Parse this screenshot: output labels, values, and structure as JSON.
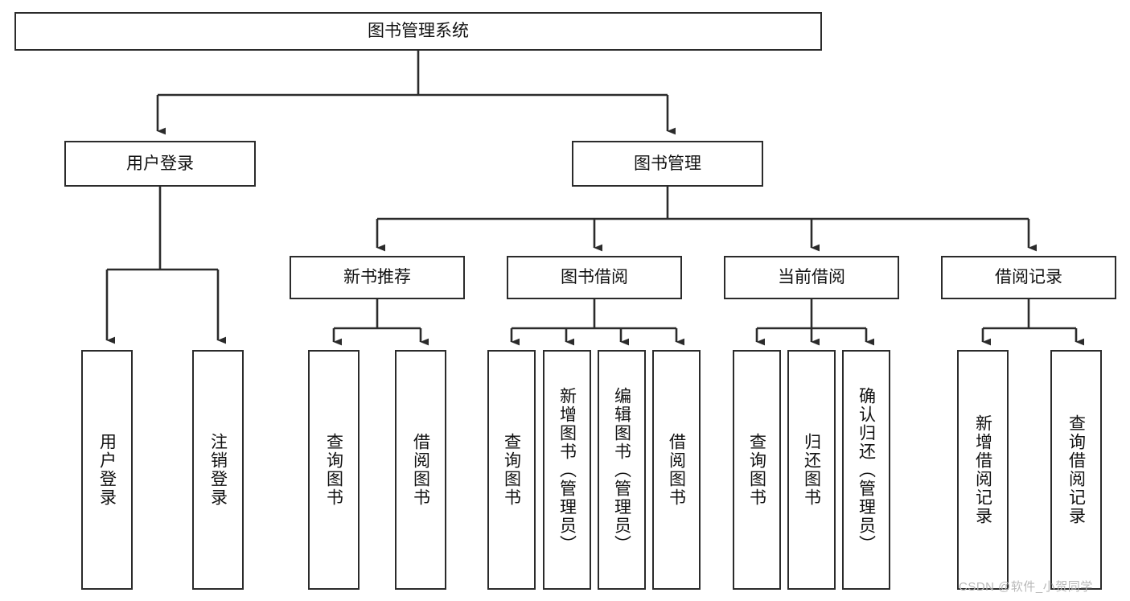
{
  "diagram": {
    "title": "图书管理系统",
    "type": "tree",
    "orientation": "top-down",
    "colors": {
      "box_border": "#2b2b2b",
      "box_fill": "#ffffff",
      "edge": "#2b2b2b",
      "text": "#111111",
      "watermark": "#b9b9b9",
      "background": "#ffffff"
    },
    "nodes": {
      "root": {
        "label": "图书管理系统"
      },
      "level2": [
        {
          "id": "user-login",
          "label": "用户登录"
        },
        {
          "id": "book-manage",
          "label": "图书管理"
        }
      ],
      "level3": [
        {
          "id": "new-book-recommend",
          "label": "新书推荐"
        },
        {
          "id": "book-borrow",
          "label": "图书借阅"
        },
        {
          "id": "current-borrow",
          "label": "当前借阅"
        },
        {
          "id": "borrow-record",
          "label": "借阅记录"
        }
      ],
      "leaves": {
        "user-login": [
          {
            "id": "leaf-user-login",
            "label": "用户登录"
          },
          {
            "id": "leaf-logout",
            "label": "注销登录"
          }
        ],
        "new-book-recommend": [
          {
            "id": "leaf-query-book-1",
            "label": "查询图书"
          },
          {
            "id": "leaf-borrow-book-1",
            "label": "借阅图书"
          }
        ],
        "book-borrow": [
          {
            "id": "leaf-query-book-2",
            "label": "查询图书"
          },
          {
            "id": "leaf-add-book",
            "label": "新增图书（管理员）"
          },
          {
            "id": "leaf-edit-book",
            "label": "编辑图书（管理员）"
          },
          {
            "id": "leaf-borrow-book-2",
            "label": "借阅图书"
          }
        ],
        "current-borrow": [
          {
            "id": "leaf-query-book-3",
            "label": "查询图书"
          },
          {
            "id": "leaf-return-book",
            "label": "归还图书"
          },
          {
            "id": "leaf-confirm-return",
            "label": "确认归还（管理员）"
          }
        ],
        "borrow-record": [
          {
            "id": "leaf-add-record",
            "label": "新增借阅记录"
          },
          {
            "id": "leaf-query-record",
            "label": "查询借阅记录"
          }
        ]
      }
    }
  },
  "watermark": {
    "text": "CSDN @软件_小贺同学"
  }
}
